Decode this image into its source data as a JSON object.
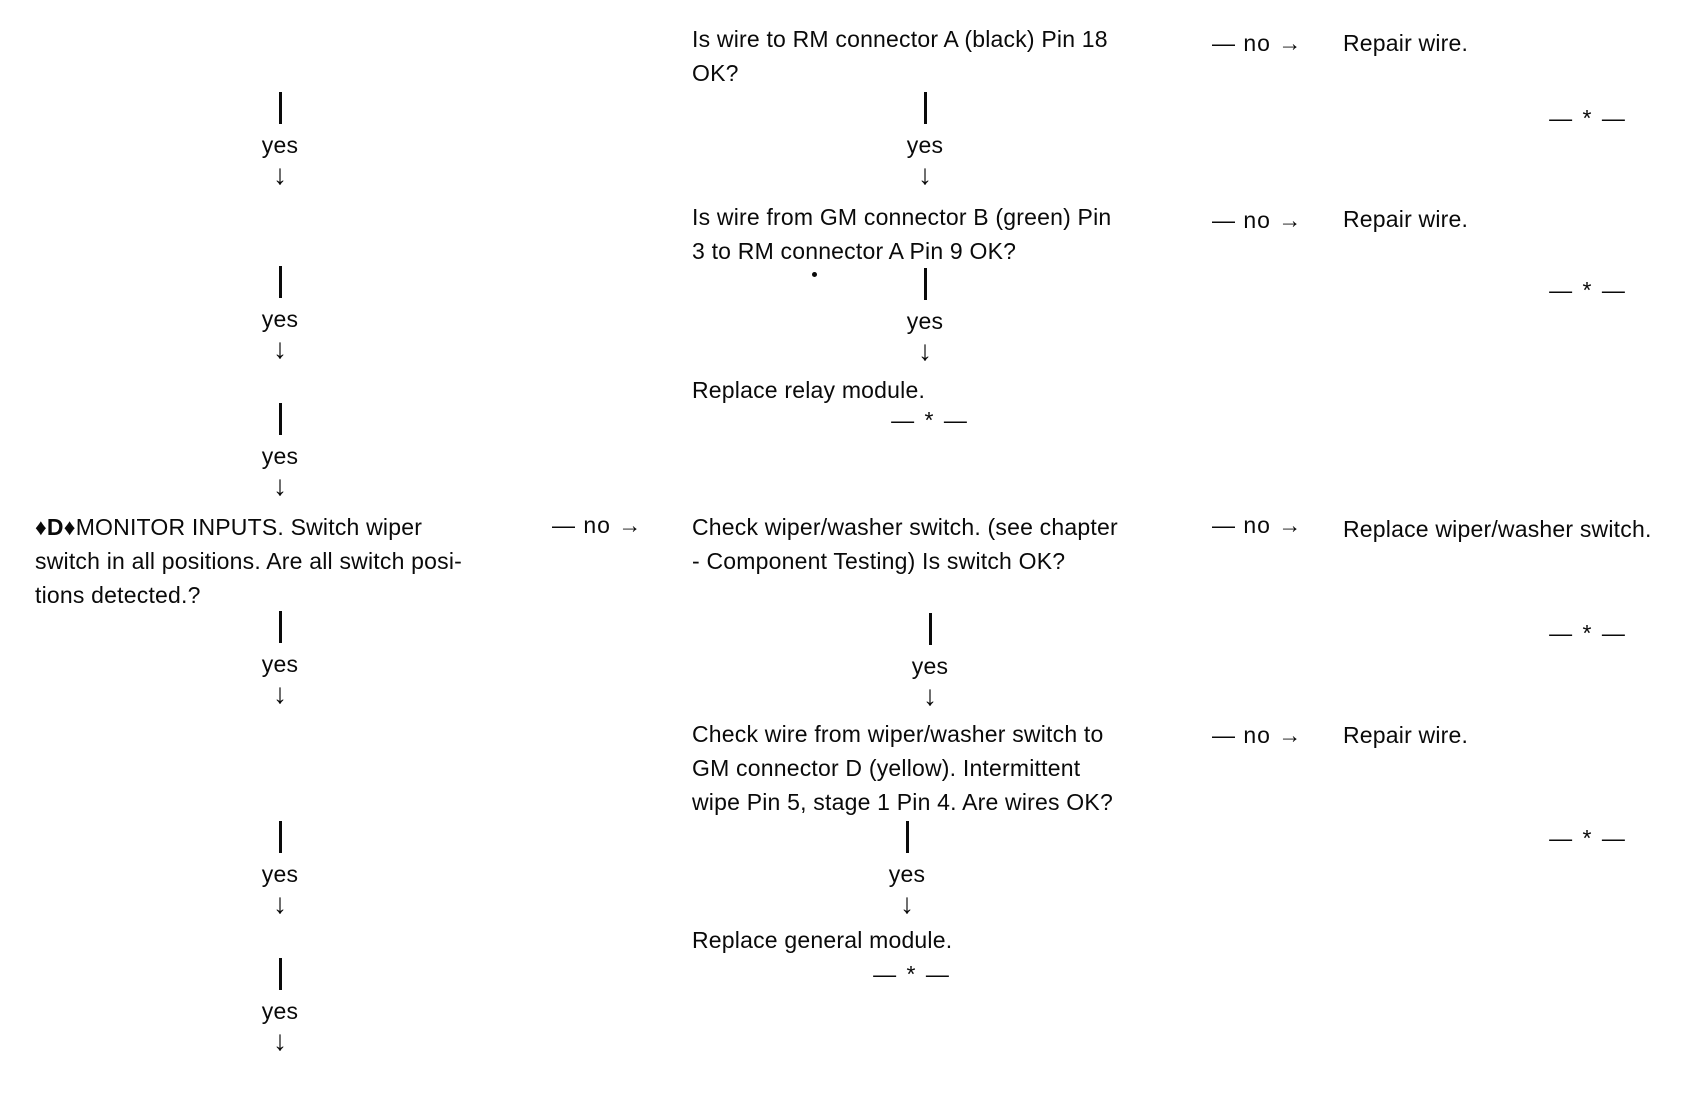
{
  "page": {
    "background": "#ffffff",
    "ink": "#0a0a0a"
  },
  "labels": {
    "yes": "yes",
    "no": "— no →",
    "separator": "— * —",
    "down_arrow": "↓"
  },
  "nodes": {
    "q1": "Is wire to RM connector A (black) Pin 18\nOK?",
    "a1": "Repair wire.",
    "q2": "Is wire from GM connector B (green) Pin\n3 to RM connector A Pin 9 OK?",
    "a2": "Repair wire.",
    "r1": "Replace relay module.",
    "d_marker": "♦D♦",
    "d_text": "MONITOR INPUTS. Switch wiper\nswitch in all positions. Are all switch posi-\ntions detected.?",
    "q3": "Check wiper/washer switch. (see chapter\n- Component Testing) Is switch OK?",
    "a3": "Replace wiper/washer switch.",
    "q4": "Check wire from wiper/washer switch to\nGM connector D (yellow). Intermittent\nwipe Pin 5, stage 1 Pin 4. Are wires OK?",
    "a4": "Repair wire.",
    "r2": "Replace general module."
  }
}
